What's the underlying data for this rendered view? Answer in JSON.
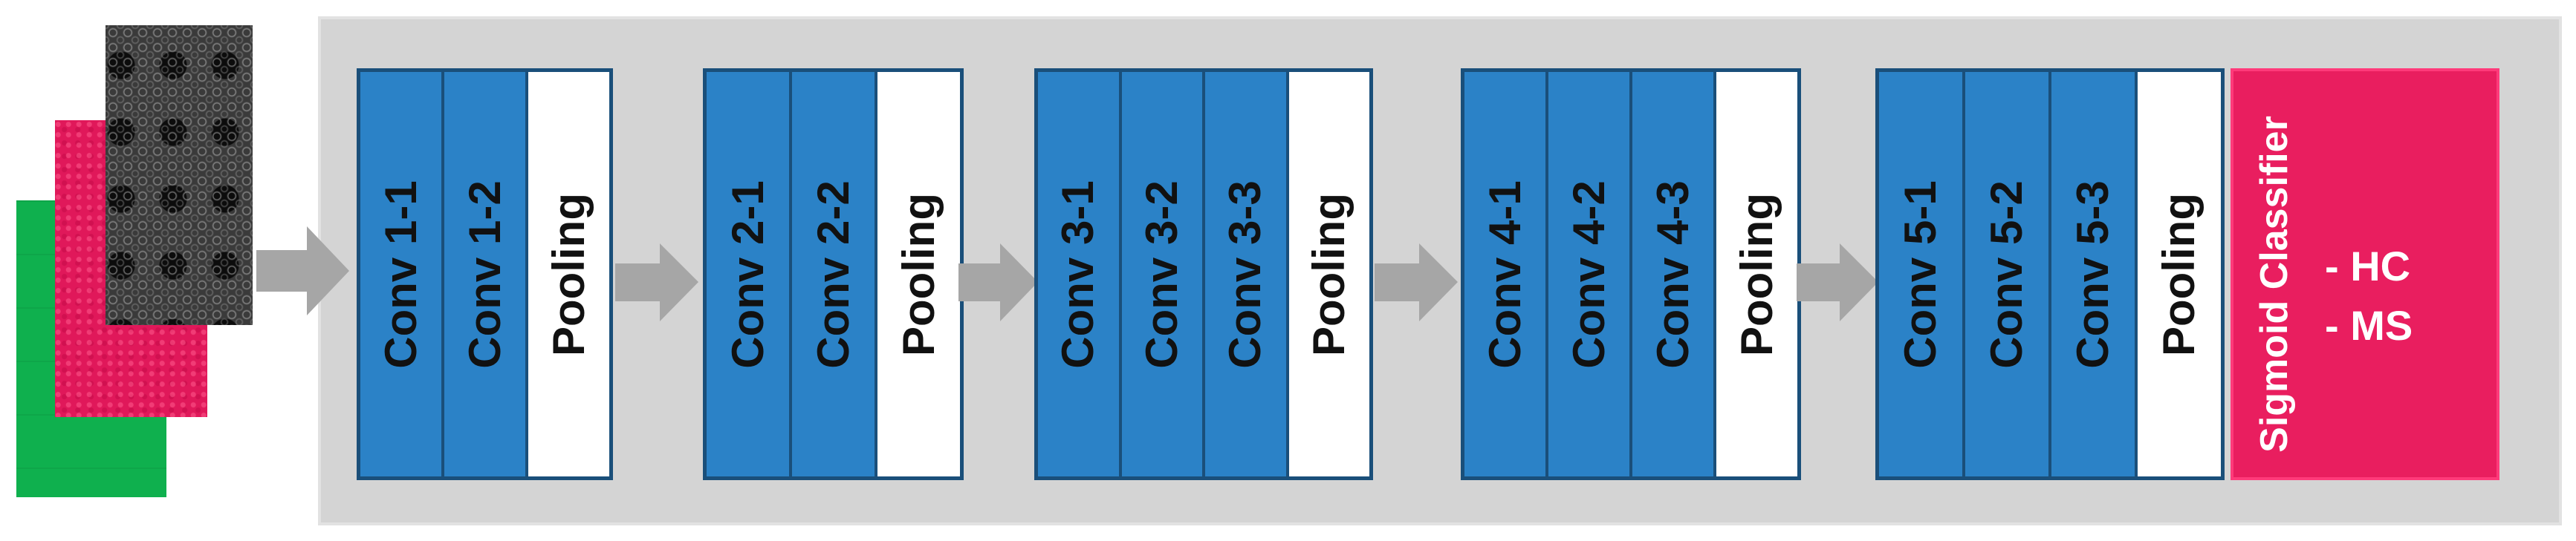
{
  "colors": {
    "panel_background": "#d4d4d4",
    "layer_blue": "#2b82c7",
    "block_border": "#1a4f7a",
    "pooling_fill": "#ffffff",
    "arrow_gray": "#a6a6a6",
    "classifier_pink": "#e91e5f"
  },
  "input_images": [
    {
      "name": "green-channel-image",
      "color": "#0fb04e"
    },
    {
      "name": "pink-channel-image",
      "color": "#e0185a"
    },
    {
      "name": "grayscale-image",
      "color": "#3a3a3a"
    }
  ],
  "blocks": [
    {
      "layers": [
        "Conv 1-1",
        "Conv 1-2",
        "Pooling"
      ]
    },
    {
      "layers": [
        "Conv 2-1",
        "Conv 2-2",
        "Pooling"
      ]
    },
    {
      "layers": [
        "Conv 3-1",
        "Conv 3-2",
        "Conv 3-3",
        "Pooling"
      ]
    },
    {
      "layers": [
        "Conv 4-1",
        "Conv 4-2",
        "Conv 4-3",
        "Pooling"
      ]
    },
    {
      "layers": [
        "Conv 5-1",
        "Conv 5-2",
        "Conv 5-3",
        "Pooling"
      ]
    }
  ],
  "classifier": {
    "title": "Sigmoid Classifier",
    "classes": [
      "- HC",
      "- MS"
    ]
  },
  "arrow_count": 5
}
